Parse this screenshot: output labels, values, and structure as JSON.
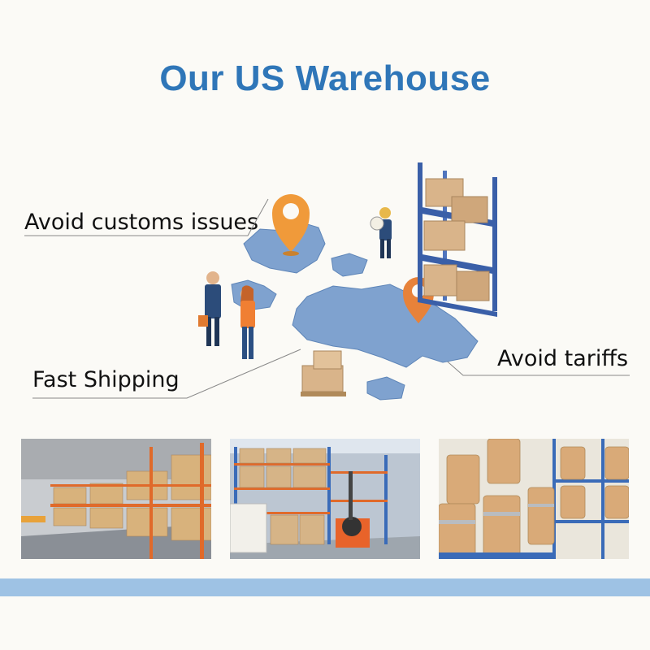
{
  "title": "Our US Warehouse",
  "features": {
    "avoid_customs": "Avoid customs issues",
    "fast_shipping": "Fast Shipping",
    "avoid_tariffs": "Avoid tariffs"
  },
  "colors": {
    "title": "#2f76b8",
    "map": "#7fa2cf",
    "pin": "#f09a3a",
    "rack_frame": "#3a5fa8",
    "rack_beam": "#e06a2a",
    "box": "#d9b48a",
    "bottom_bar": "#9ec2e4"
  },
  "icons": [
    "location-pin-icon",
    "location-pin-icon"
  ],
  "photos": [
    "warehouse-aisle-photo",
    "warehouse-forklift-photo",
    "warehouse-drums-photo"
  ]
}
